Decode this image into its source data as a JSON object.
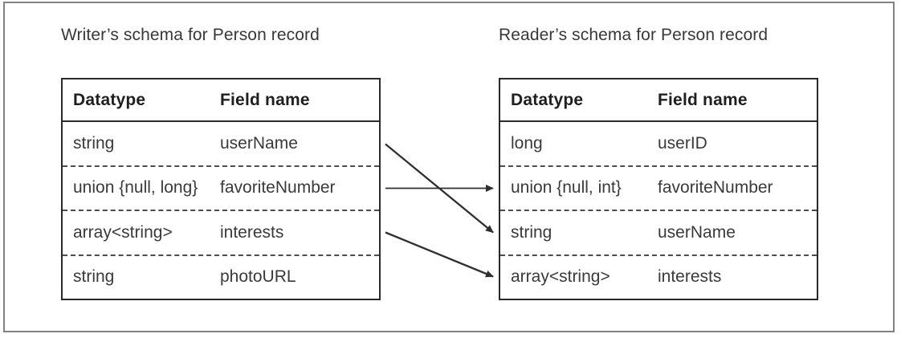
{
  "colors": {
    "arrow": "#2f2f2f",
    "table_border": "#2a2a2a",
    "row_divider": "#4d4d4d",
    "text": "#3a3a3a",
    "frame": "#828282"
  },
  "writer": {
    "title": "Writer’s schema for Person record",
    "headers": {
      "datatype": "Datatype",
      "field": "Field name"
    },
    "rows": [
      {
        "datatype": "string",
        "field": "userName"
      },
      {
        "datatype": "union {null, long}",
        "field": "favoriteNumber"
      },
      {
        "datatype": "array<string>",
        "field": "interests"
      },
      {
        "datatype": "string",
        "field": "photoURL"
      }
    ]
  },
  "reader": {
    "title": "Reader’s schema for Person record",
    "headers": {
      "datatype": "Datatype",
      "field": "Field name"
    },
    "rows": [
      {
        "datatype": "long",
        "field": "userID"
      },
      {
        "datatype": "union {null, int}",
        "field": "favoriteNumber"
      },
      {
        "datatype": "string",
        "field": "userName"
      },
      {
        "datatype": "array<string>",
        "field": "interests"
      }
    ]
  },
  "arrows": [
    {
      "label": "userName",
      "from_row": 0,
      "to_row": 2
    },
    {
      "label": "favoriteNumber",
      "from_row": 1,
      "to_row": 1
    },
    {
      "label": "interests",
      "from_row": 2,
      "to_row": 3
    }
  ]
}
